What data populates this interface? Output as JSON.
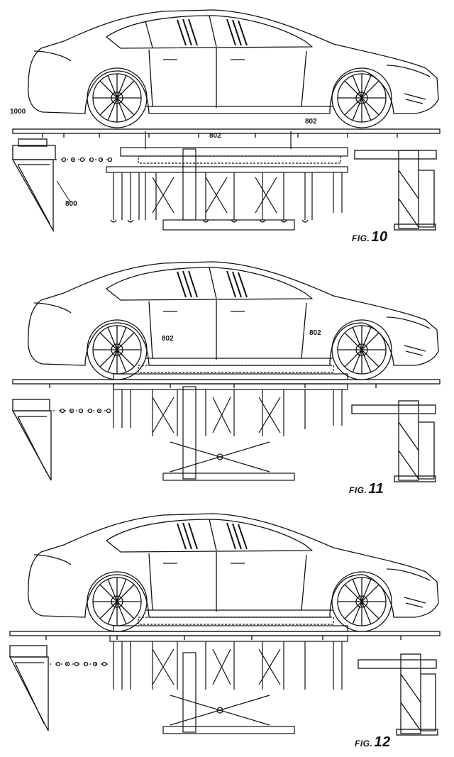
{
  "figures": [
    {
      "fig": "FIG.",
      "num": "10",
      "refs": {
        "r1000": "1000",
        "r800": "800",
        "r802a": "802",
        "r802b": "802"
      }
    },
    {
      "fig": "FIG.",
      "num": "11",
      "refs": {
        "r802a": "802",
        "r802b": "802"
      }
    },
    {
      "fig": "FIG.",
      "num": "12",
      "refs": {}
    }
  ]
}
